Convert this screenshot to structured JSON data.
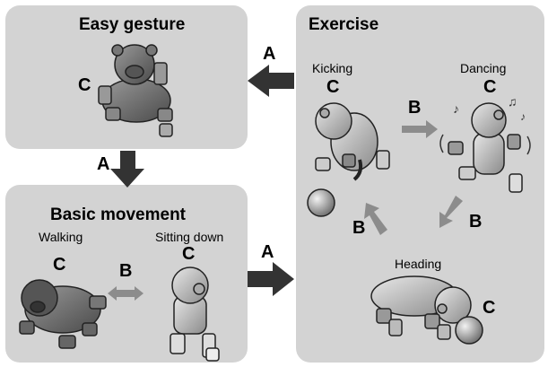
{
  "panels": {
    "easy_gesture": {
      "title": "Easy gesture",
      "robot_label": "C"
    },
    "basic_movement": {
      "title": "Basic movement",
      "walking": {
        "label": "Walking",
        "mark": "C"
      },
      "sitting": {
        "label": "Sitting down",
        "mark": "C"
      },
      "transition_mark": "B"
    },
    "exercise": {
      "title": "Exercise",
      "kicking": {
        "label": "Kicking",
        "mark": "C"
      },
      "dancing": {
        "label": "Dancing",
        "mark": "C"
      },
      "heading": {
        "label": "Heading",
        "mark": "C"
      },
      "transition_marks": [
        "B",
        "B",
        "B"
      ]
    }
  },
  "arrows": {
    "exercise_to_easy": "A",
    "easy_to_basic": "A",
    "basic_to_exercise": "A"
  },
  "colors": {
    "panel": "#d3d3d3",
    "arrow_dark": "#333333",
    "arrow_light": "#8c8c8c"
  }
}
